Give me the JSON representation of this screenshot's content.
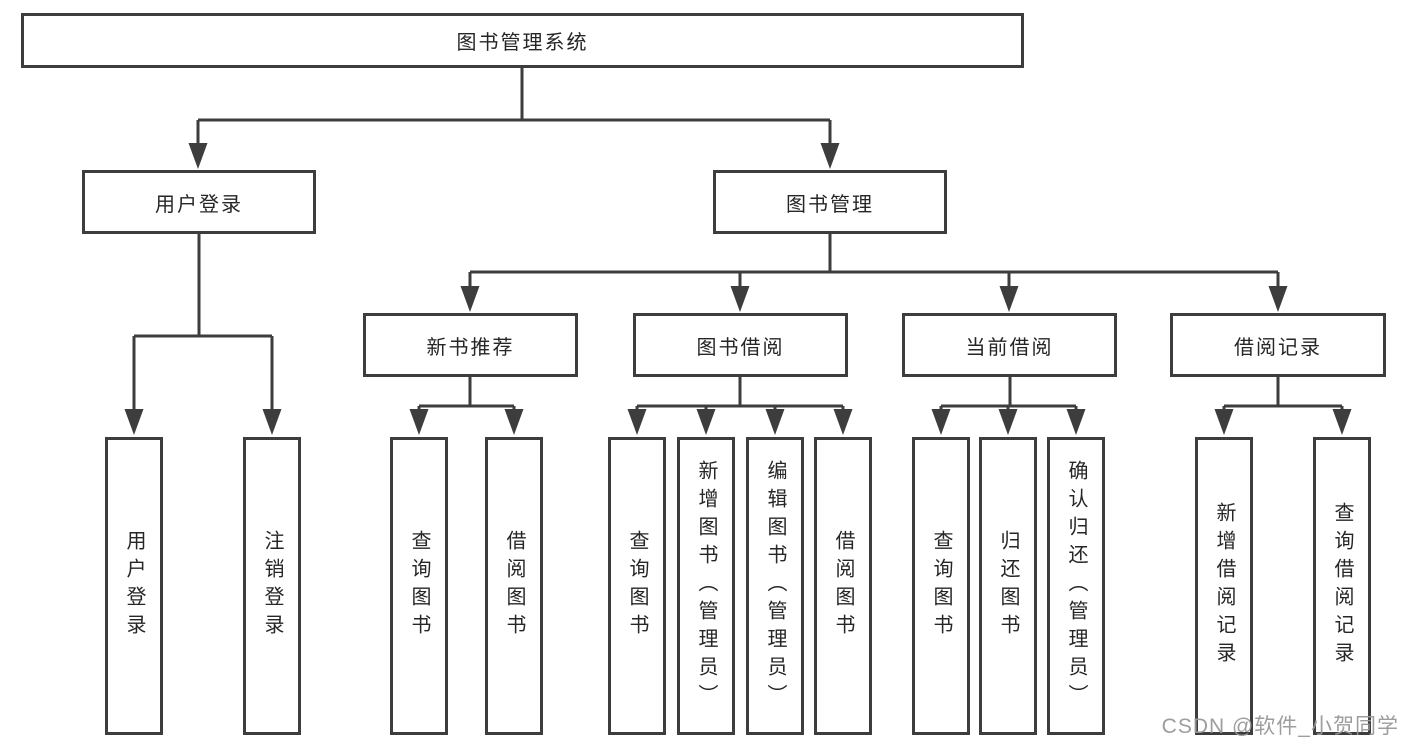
{
  "tree": {
    "label": "图书管理系统",
    "children": [
      {
        "label": "用户登录",
        "children": [
          {
            "label": "用户登录"
          },
          {
            "label": "注销登录"
          }
        ]
      },
      {
        "label": "图书管理",
        "children": [
          {
            "label": "新书推荐",
            "children": [
              {
                "label": "查询图书"
              },
              {
                "label": "借阅图书"
              }
            ]
          },
          {
            "label": "图书借阅",
            "children": [
              {
                "label": "查询图书"
              },
              {
                "label": "新增图书（管理员）"
              },
              {
                "label": "编辑图书（管理员）"
              },
              {
                "label": "借阅图书"
              }
            ]
          },
          {
            "label": "当前借阅",
            "children": [
              {
                "label": "查询图书"
              },
              {
                "label": "归还图书"
              },
              {
                "label": "确认归还（管理员）"
              }
            ]
          },
          {
            "label": "借阅记录",
            "children": [
              {
                "label": "新增借阅记录"
              },
              {
                "label": "查询借阅记录"
              }
            ]
          }
        ]
      }
    ]
  },
  "watermark": {
    "text": "CSDN @软件_小贺同学"
  },
  "colors": {
    "line": "#3d3d3d",
    "text": "#262626",
    "watermark": "#989898",
    "background": "#ffffff"
  }
}
